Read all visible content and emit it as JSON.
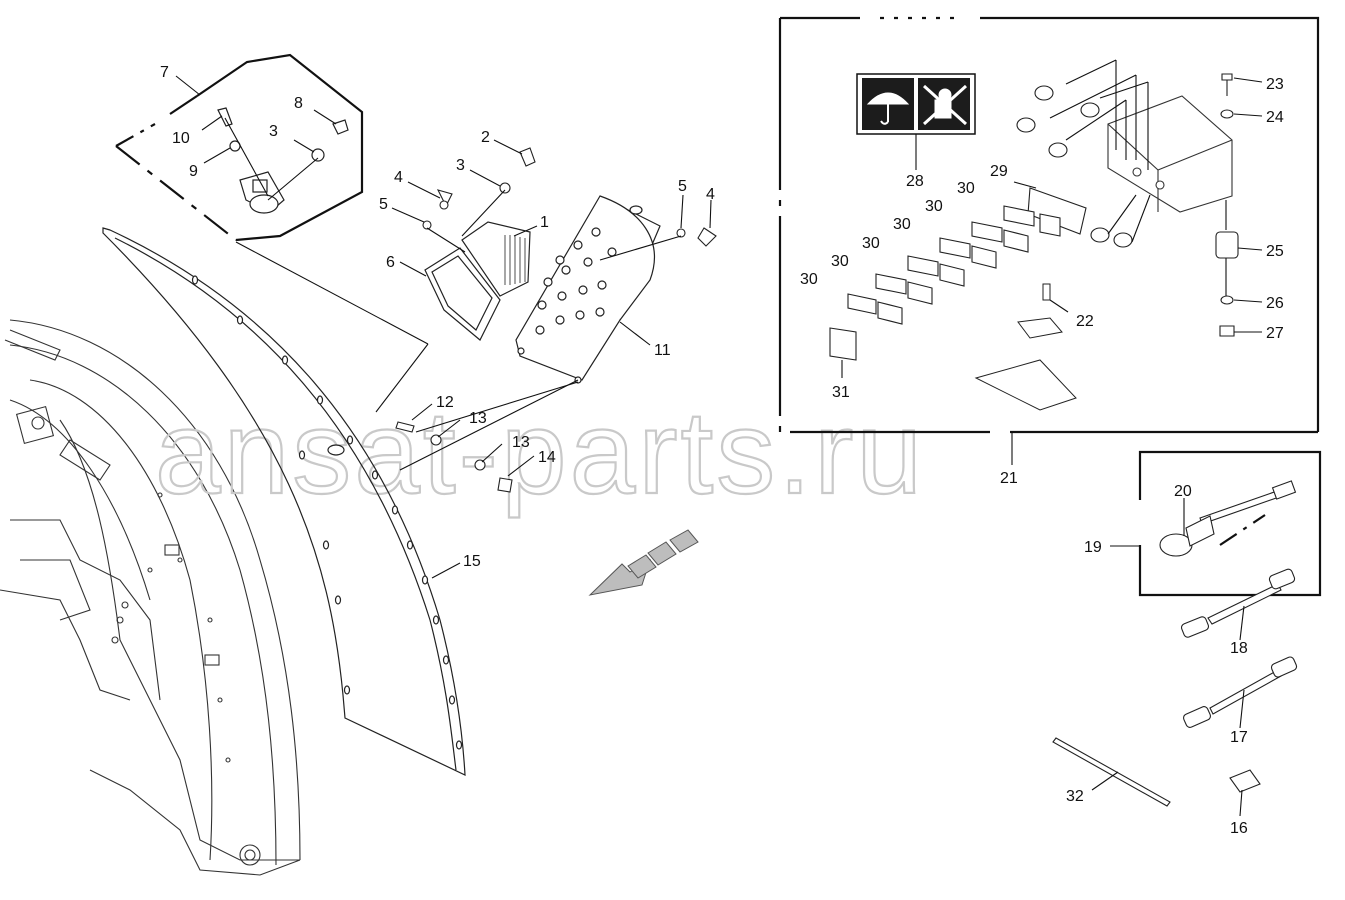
{
  "watermark": "ansat-parts.ru",
  "colors": {
    "line": "#111111",
    "part_stroke": "#222222",
    "watermark": "#c9c9c9",
    "hatch": "#bdbdbd"
  },
  "icons": [
    "umbrella-icon",
    "no-pressure-wash-icon"
  ],
  "callouts": [
    "1",
    "2",
    "3",
    "3",
    "4",
    "4",
    "5",
    "5",
    "6",
    "7",
    "8",
    "9",
    "10",
    "11",
    "12",
    "13",
    "13",
    "14",
    "15",
    "16",
    "17",
    "18",
    "19",
    "20",
    "21",
    "22",
    "23",
    "24",
    "25",
    "26",
    "27",
    "28",
    "29",
    "30",
    "30",
    "30",
    "30",
    "30",
    "30",
    "31",
    "32"
  ]
}
